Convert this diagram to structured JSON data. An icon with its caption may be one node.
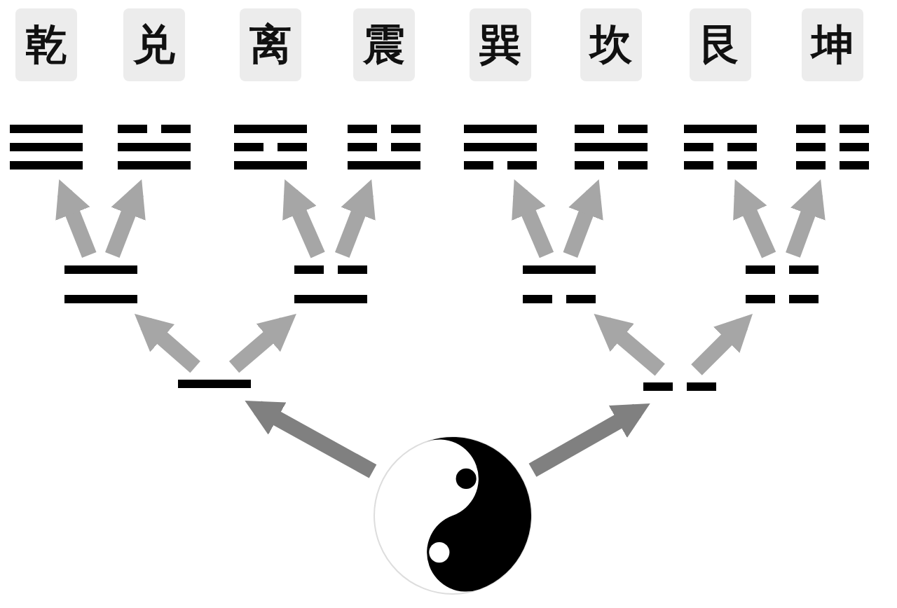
{
  "diagram": {
    "nodes": [
      {
        "text": [
          "乾"
        ]
      },
      {
        "text": [
          "兑"
        ]
      },
      {
        "text": [
          "离"
        ]
      },
      {
        "text": [
          "震"
        ]
      },
      {
        "text": [
          "巽"
        ]
      },
      {
        "text": [
          "坎"
        ]
      },
      {
        "text": [
          "艮"
        ]
      },
      {
        "text": [
          "坤"
        ]
      },
      {
        "text": [],
        "shape": "bar"
      },
      {
        "text": [],
        "shape": "bar"
      },
      {
        "text": [],
        "shape": "bar"
      },
      {
        "text": [],
        "shape": "bar"
      },
      {
        "text": [],
        "shape": "bar"
      },
      {
        "text": [],
        "shape": "bar"
      },
      {
        "text": [],
        "shape": "bar"
      },
      {
        "text": [],
        "shape": "bar"
      },
      {
        "text": [],
        "shape": "bar"
      },
      {
        "text": [],
        "shape": "bar"
      },
      {
        "text": [],
        "shape": "bar"
      },
      {
        "text": [],
        "shape": "bar"
      },
      {
        "text": [],
        "shape": "bar"
      },
      {
        "text": [],
        "shape": "bar"
      },
      {
        "text": [],
        "shape": "circle"
      }
    ],
    "edges": [
      {
        "from": 22,
        "to": 20,
        "arrow": "to",
        "color": "#808080"
      },
      {
        "from": 22,
        "to": 21,
        "arrow": "to",
        "color": "#808080"
      },
      {
        "from": 20,
        "to": 16,
        "arrow": "to"
      },
      {
        "from": 20,
        "to": 17,
        "arrow": "to"
      },
      {
        "from": 21,
        "to": 18,
        "arrow": "to"
      },
      {
        "from": 21,
        "to": 19,
        "arrow": "to"
      },
      {
        "from": 16,
        "to": 8,
        "arrow": "to"
      },
      {
        "from": 16,
        "to": 9,
        "arrow": "to"
      },
      {
        "from": 17,
        "to": 10,
        "arrow": "to"
      },
      {
        "from": 17,
        "to": 11,
        "arrow": "to"
      },
      {
        "from": 18,
        "to": 12,
        "arrow": "to"
      },
      {
        "from": 18,
        "to": 13,
        "arrow": "to"
      },
      {
        "from": 19,
        "to": 14,
        "arrow": "to"
      },
      {
        "from": 19,
        "to": 15,
        "arrow": "to"
      }
    ]
  }
}
